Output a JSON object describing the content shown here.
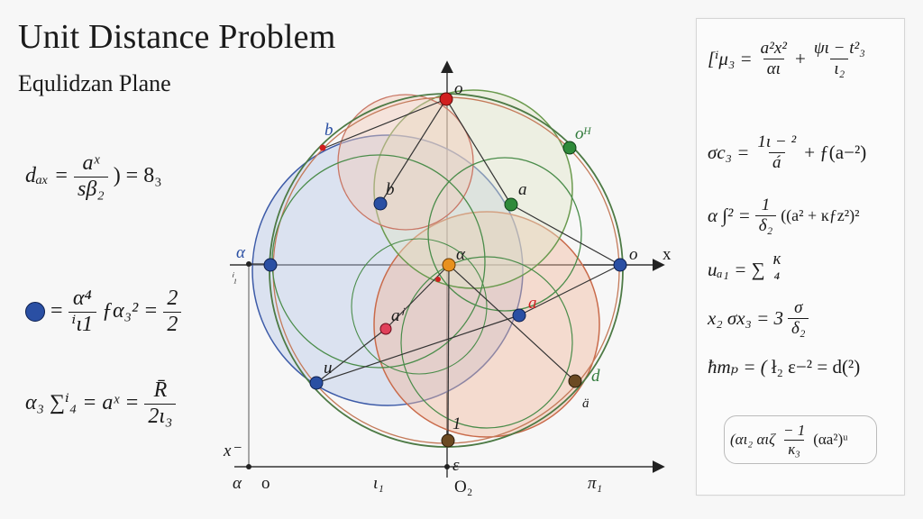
{
  "title": "Unit Distance Problem",
  "subtitle": "Equlidzan Plane",
  "colors": {
    "blue": "#2a4fa3",
    "green": "#2f7a3a",
    "red": "#d11f1f",
    "orange": "#e8911e",
    "brown": "#6b4a22",
    "pink": "#e07a5f"
  },
  "left_equations": {
    "eq1": {
      "lhs": "dₐₓ =",
      "num": "aˣ",
      "den": "sβ₂",
      "rhs": ") = 8₃"
    },
    "eq2": {
      "lhs": "=",
      "num": "α⁴",
      "den": "ⁱι1",
      "mid": "ƒα₃² =",
      "num2": "2",
      "den2": "2"
    },
    "eq3": {
      "lhs": "α₃ ∑ⁱ₄ = aˣ =",
      "num": "R̄",
      "den": "2ι₃"
    }
  },
  "panel_equations": [
    {
      "lhs": "[ⁱμ₃ =",
      "num": "a²x²",
      "den": "αι",
      "mid": "+",
      "num2": "ψι − t²₃",
      "den2": "ι₂"
    },
    {
      "lhs": "σc₃ =",
      "num": "1ι − ²",
      "den": "á",
      "rhs": "+ ƒ(a−²)"
    },
    {
      "lhs": "α ∫² =",
      "num": "1",
      "den": "δ₂",
      "rhs": "((a² + ĸƒz²)²"
    },
    {
      "lhs": "uₐ₁ = ∑",
      "num": "ĸ",
      "den": "⁴",
      "rhs": ""
    },
    {
      "lhs": "x₂ σx₃ = 3",
      "num": "σ",
      "den": "δ₂",
      "rhs": ""
    },
    {
      "lhs": "ħmₚ = (",
      "num": "",
      "den": "",
      "rhs": "ł₂ ε−² = d(²)"
    },
    {
      "lhs": "(αι₂ αιζ",
      "num": "− 1",
      "den": "ĸ₃",
      "rhs": "(αa²)ᵘ"
    }
  ],
  "point_labels": {
    "top": "o",
    "upper_left": "b",
    "upper_right": "oᴴ",
    "inner_left": "b",
    "inner_right": "a",
    "left": "α",
    "left_sub": "ⁱ₁",
    "right": "o",
    "right_axis": "x",
    "center": "α",
    "lower_inner_left": "aⁱ",
    "lower_inner_right": "a",
    "lower_left": "u",
    "lower_right": "d",
    "lower_right_sub": "ä",
    "bottom": "1",
    "bottom_axis": "ε",
    "bottom_axis_sub": "O₂",
    "y_axis_label": "x⁻",
    "x_tick_1": "ι₁",
    "x_tick_2": "π₁",
    "origin_a": "α",
    "origin_o": "o"
  }
}
